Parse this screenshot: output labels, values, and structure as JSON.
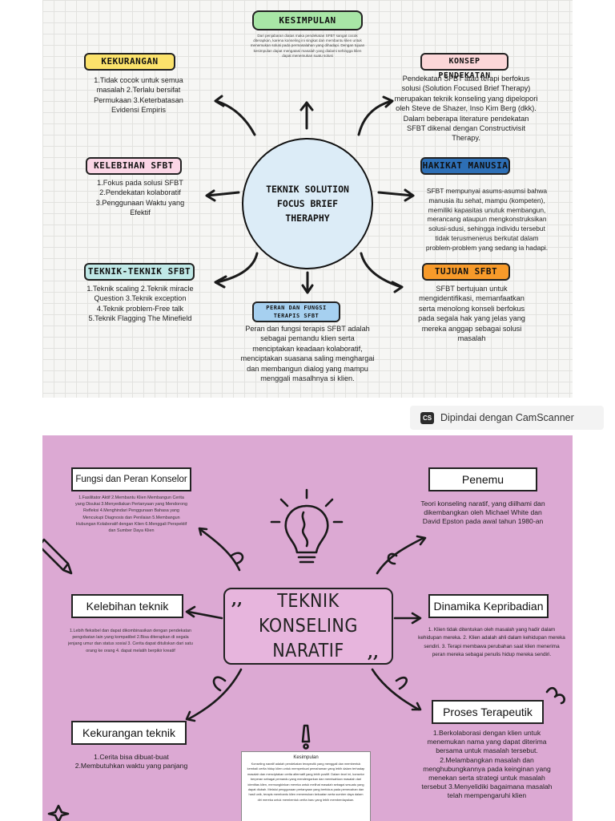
{
  "panel_sfbt": {
    "center_title": "TEKNIK SOLUTION FOCUS BRIEF THERAPHY",
    "colors": {
      "kesimpulan": "#a8e6a6",
      "kekurangan": "#fbe26b",
      "konsep": "#fbd6d8",
      "kelebihan": "#fbd6e6",
      "hakikat": "#2d6fb6",
      "teknik": "#bfe8e6",
      "tujuan": "#f79a2a",
      "peran": "#a6d0f0",
      "center_fill": "#dcecf7"
    },
    "kesimpulan": {
      "title": "KESIMPULAN",
      "text": "Dari penjabaran diatas maka pendekatan SFBT sangat cocok diterapkan, karena konseling ini singkat dan membantu klien untuk menemukan solusi pada permasalahan yang dihadapi. Dengan tujuan kesimpulan dapat mengatasi masalah yang dialami sehingga klien dapat menemukan suatu solusi"
    },
    "kekurangan": {
      "title": "KEKURANGAN",
      "text": "1.Tidak cocok untuk semua masalah 2.Terlalu bersifat Permukaan 3.Keterbatasan Evidensi Empiris"
    },
    "konsep": {
      "title": "KONSEP PENDEKATAN",
      "text": "Pendekatan SFBT atau terapi berfokus solusi (Solution Focused Brief Therapy) merupakan teknik konseling yang dipelopori oleh Steve de Shazer, Inso Kim Berg (dkk). Dalam beberapa literature pendekatan SFBT dikenal dengan Constructivisit Therapy."
    },
    "kelebihan": {
      "title": "KELEBIHAN SFBT",
      "text": "1.Fokus pada solusi SFBT 2.Pendekatan kolaboratif 3.Penggunaan Waktu yang Efektif"
    },
    "hakikat": {
      "title": "HAKIKAT MANUSIA",
      "text": "SFBT mempunyai asums-asumsi bahwa manusia itu sehat, mampu (kompeten), memiliki kapasitas unutuk membangun, merancang ataupun mengkonstruksikan solusi-sdusi, sehingga individu tersebut tidak terusmenerus berkutat dalam problem-problem yang sedang ia hadapi."
    },
    "teknik": {
      "title": "TEKNIK-TEKNIK SFBT",
      "text": "1.Teknik scaling 2.Teknik miracle Question 3.Teknik exception 4.Teknik problem-Free talk 5.Teknik Flagging The Minefield"
    },
    "peran": {
      "title": "PERAN DAN FUNGSI TERAPIS SFBT",
      "text": "Peran dan fungsi terapis SFBT adalah sebagai pemandu klien serta menciptakan keadaan kolaboratif, menciptakan suasana saling menghargai dan membangun dialog yang mampu menggali masalhnya si klien."
    },
    "tujuan": {
      "title": "TUJUAN SFBT",
      "text": "SFBT bertujuan untuk mengidentifikasi, memanfaatkan serta menolong konseli berfokus pada segala hak yang jelas yang mereka anggap sebagai solusi masalah"
    }
  },
  "camscanner": {
    "logo": "CS",
    "label": "Dipindai dengan CamScanner"
  },
  "panel_naratif": {
    "center_title": "TEKNIK KONSELING NARATIF",
    "quote_open": ",,",
    "quote_close": ",,",
    "colors": {
      "background": "#dca9d3",
      "title_fill": "#e7b5dd"
    },
    "fungsi": {
      "title": "Fungsi dan Peran Konselor",
      "text": "1.Fasilitator Aktif 2.Membantu Klien Membangun Cerita yang Disukai 3.Menyediakan Pertanyaan yang Mendorong Refleksi 4.Menghindari Penggunaan Bahasa yang Mencukupi Diagnosis dan Penilaian 5.Membangun Hubungan Kolaboratif dengan Klien 6.Menggali Perspektif dan Sumber Daya Klien"
    },
    "penemu": {
      "title": "Penemu",
      "text": "Teori konseling naratif, yang diilhami dan dikembangkan oleh Michael White dan David Epston pada awal tahun 1980-an"
    },
    "kelebihan": {
      "title": "Kelebihan teknik",
      "text": "1.Lebih fleksibel dan dapat dikombinasikan dengan pendekatan pengobatan lain yang kompatibel 2.Bisa diterapkan di segala jenjang umur dan status sosial 3. Cerita dapat dituliskan dari satu orang ke orang 4. dapat melatih berpikir kreatif"
    },
    "dinamika": {
      "title": "Dinamika Kepribadian",
      "text": "1. Klien tidak ditentukan oleh masalah yang hadir dalam kehidupan mereka. 2. Klien adalah ahli dalam kehidupan mereka sendiri. 3. Terapi membawa perubahan saat klien menerima peran mereka sebagai penulis hidup mereka sendiri."
    },
    "proses": {
      "title": "Proses Terapeutik",
      "text": "1.Berkolaborasi dengan klien untuk menemukan nama yang dapat diterima bersama untuk masalah tersebut. 2.Melambangkan masalah dan menghubungkannya pada keinginan yang menekan serta strategi untuk masalah tersebut 3.Menyelidiki bagaimana masalah telah mempengaruhi klien"
    },
    "kekurangan": {
      "title": "Kekurangan teknik",
      "text": "1.Cerita bisa dibuat-buat 2.Membutuhkan waktu yang panjang"
    },
    "kesimpulan": {
      "title": "Kesimpulan",
      "text": "Konseling naratif adalah pendekatan terapeutik yang menggali dan membentuk kembali cerita hidup klien untuk memperkuat pemahaman yang lebih dalam terhadap masalah dan menciptakan cerita alternatif yang lebih positif. Dalam teori ini, konselor berperan sebagai pemandu yang mendengarkan dan memisahkan masalah dari identitas klien, memungkinkan mereka untuk melihat masalah sebagai sesuatu yang dapat diubah. Melalui penggunaan pertanyaan yang berfokus pada pemecahan dan hasil unik, terapis membantu klien menemukan kekuatan serta sumber daya dalam diri mereka untuk membentuk cerita baru yang lebih memberdayakan."
    }
  }
}
